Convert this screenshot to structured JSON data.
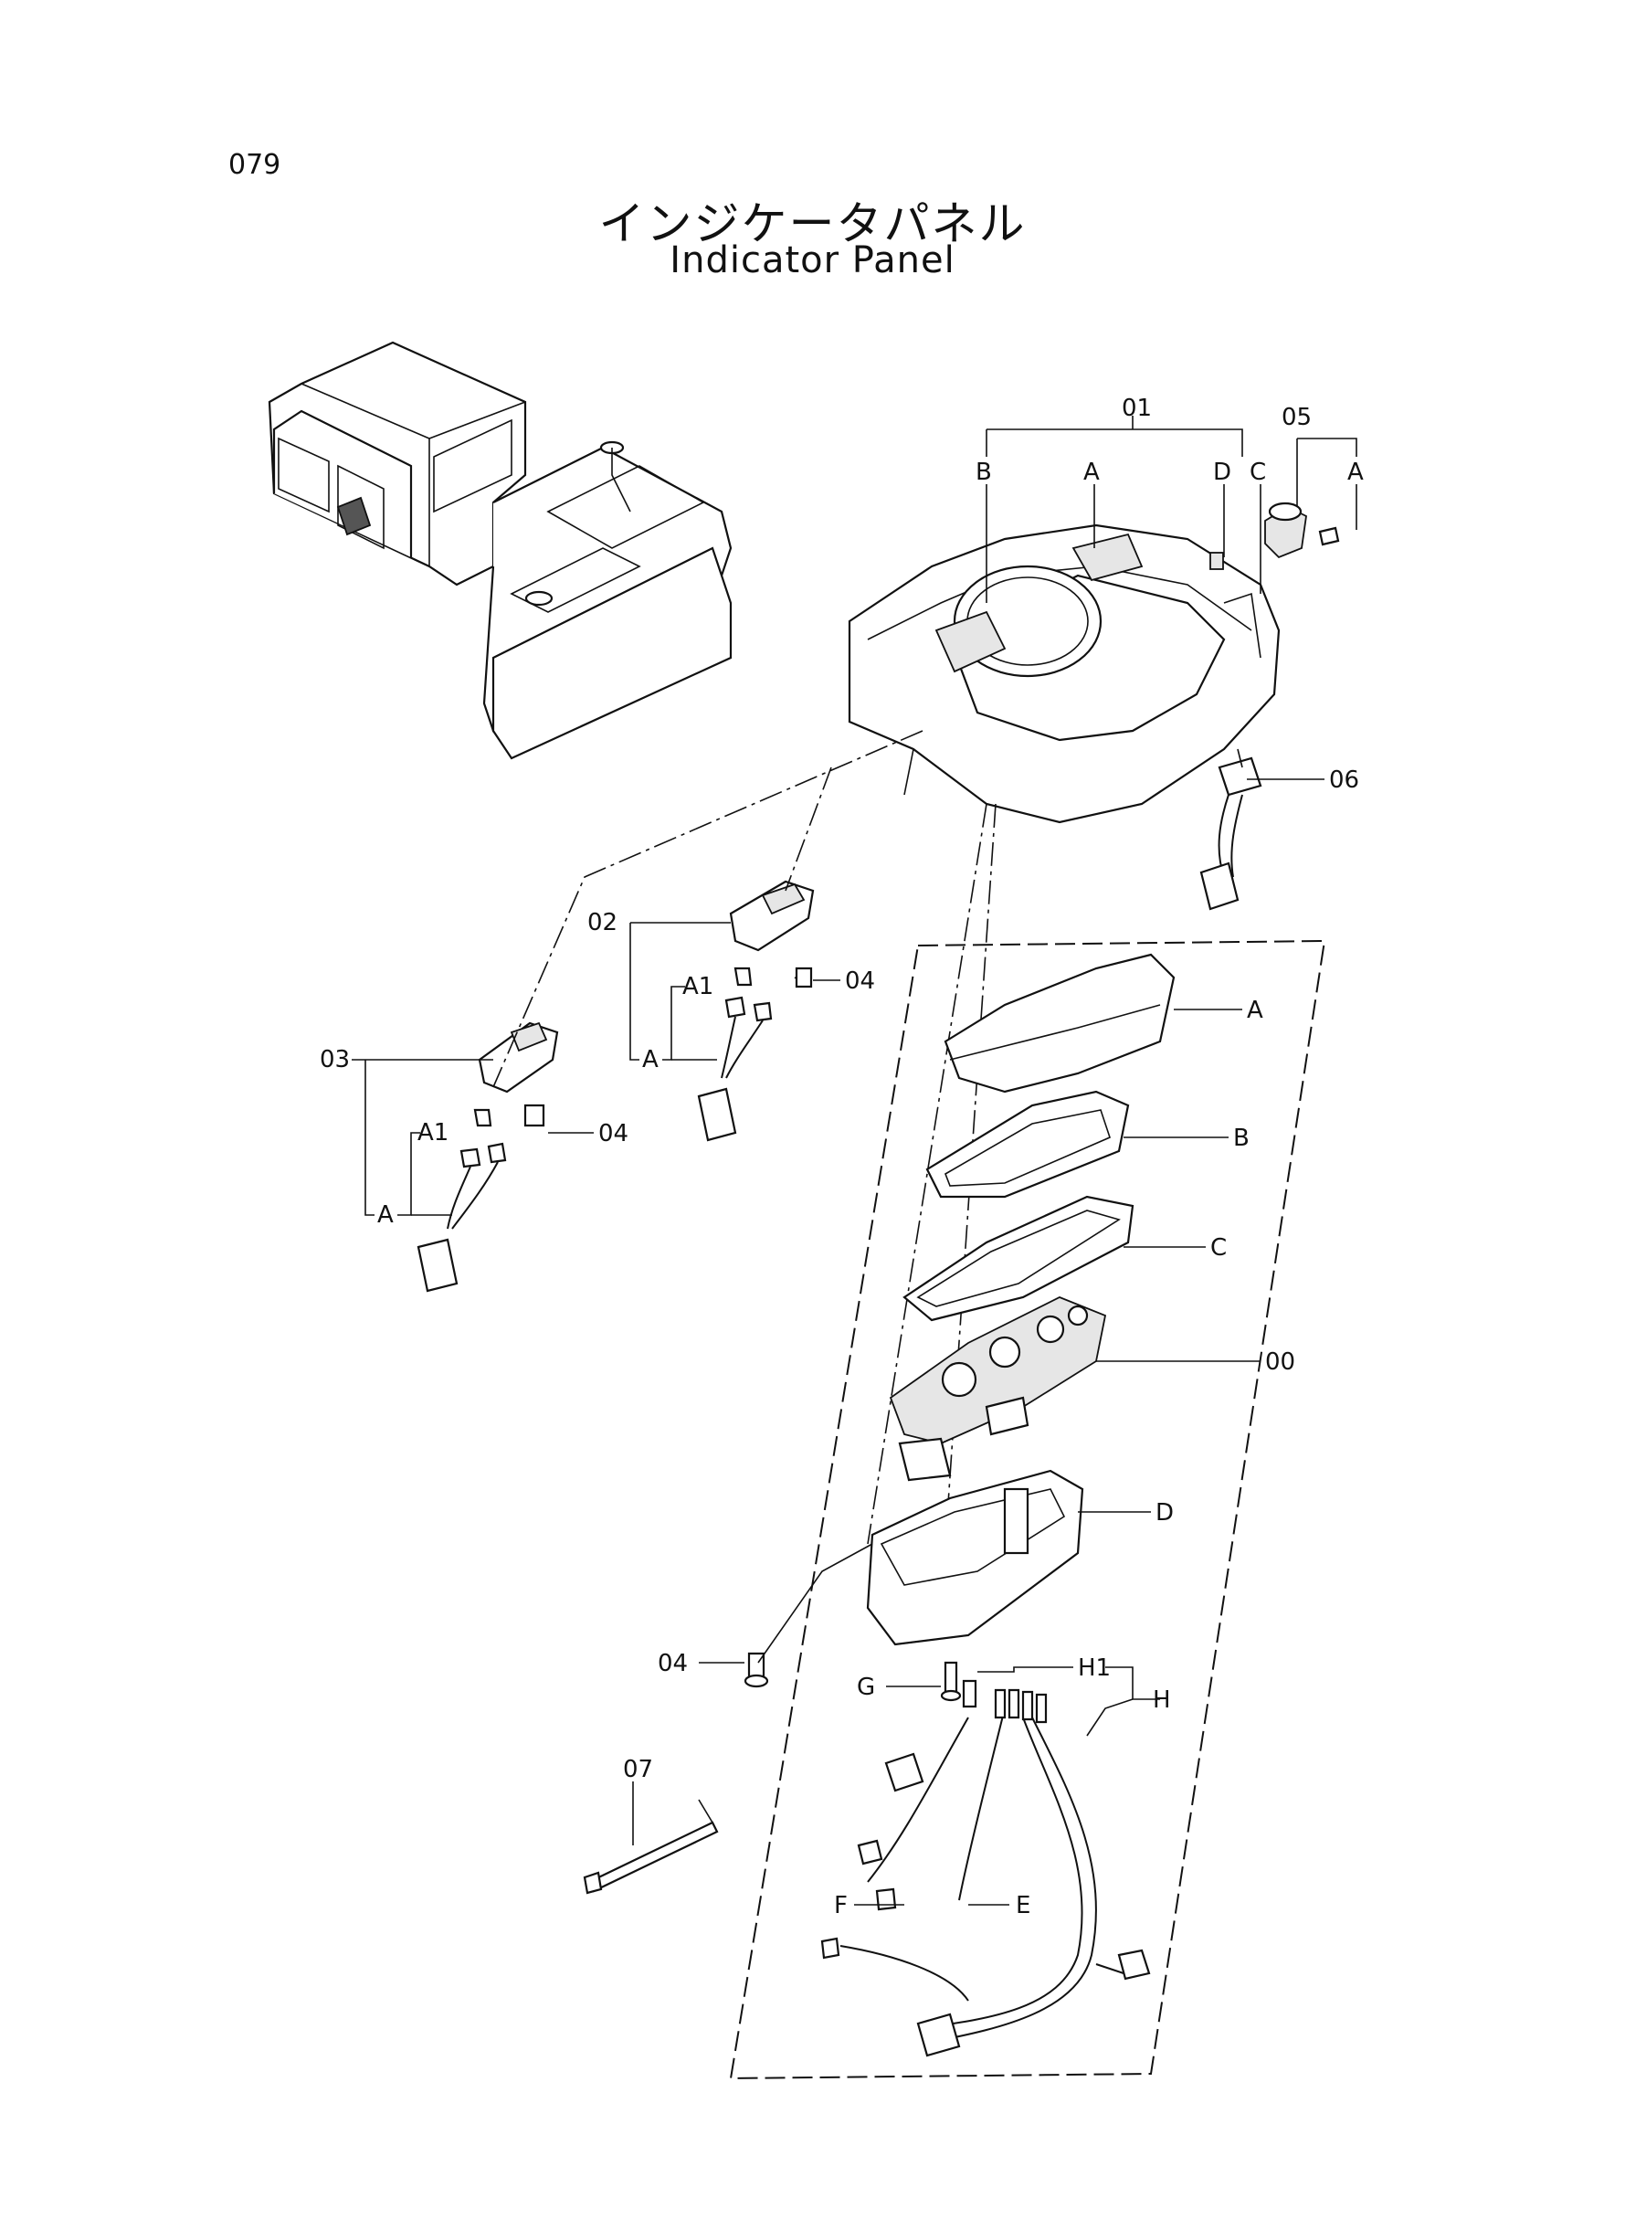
{
  "page_number": "079",
  "title_jp": "インジケータパネル",
  "title_en": "Indicator Panel",
  "labels": {
    "p00": "00",
    "p01": "01",
    "p02": "02",
    "p03": "03",
    "p04_a": "04",
    "p04_b": "04",
    "p04_c": "04",
    "p05": "05",
    "p06": "06",
    "p07": "07",
    "l01_B": "B",
    "l01_A": "A",
    "l01_D": "D",
    "l01_C": "C",
    "l05_A": "A",
    "l02_A": "A",
    "l02_A1": "A1",
    "l03_A": "A",
    "l03_A1": "A1",
    "l00_A": "A",
    "l00_B": "B",
    "l00_C": "C",
    "l00_D": "D",
    "l_G": "G",
    "l_H1": "H1",
    "l_H": "H",
    "l_F": "F",
    "l_E": "E"
  }
}
